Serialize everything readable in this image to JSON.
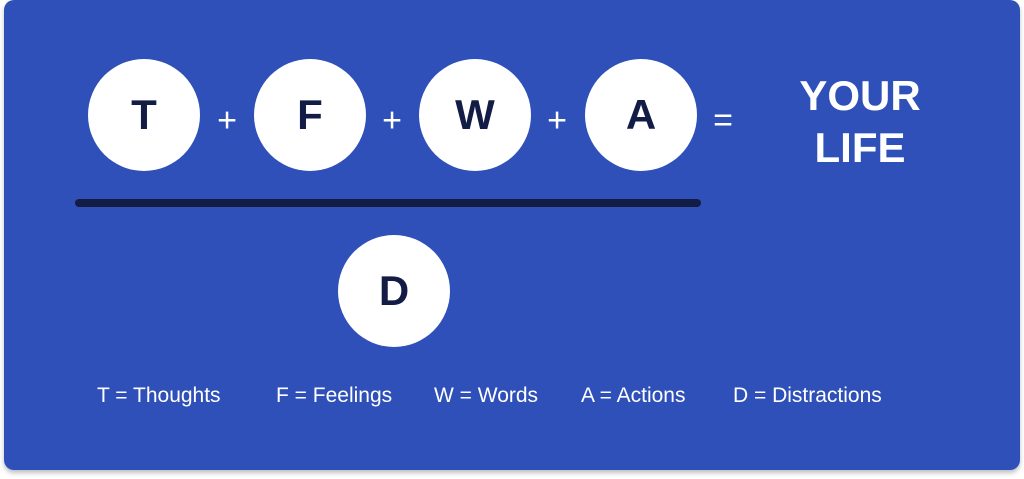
{
  "numerator": [
    "T",
    "F",
    "W",
    "A"
  ],
  "operators": {
    "plus": "+",
    "equals": "="
  },
  "denominator": "D",
  "result": [
    "YOUR",
    "LIFE"
  ],
  "legend": [
    "T = Thoughts",
    "F = Feelings",
    "W = Words",
    "A = Actions",
    "D = Distractions"
  ]
}
